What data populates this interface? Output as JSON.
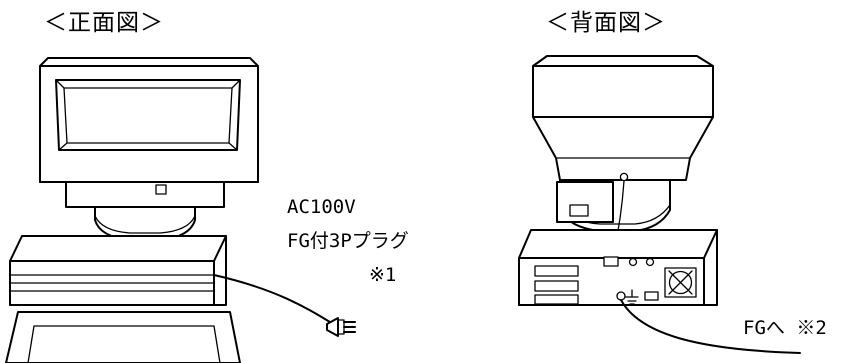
{
  "front": {
    "title": "＜正面図＞"
  },
  "back": {
    "title": "＜背面図＞"
  },
  "power_note": {
    "line1": "AC100V",
    "line2": "FG付3Pプラグ",
    "mark": "※1"
  },
  "ground_note": {
    "text": "FGへ ※2"
  }
}
